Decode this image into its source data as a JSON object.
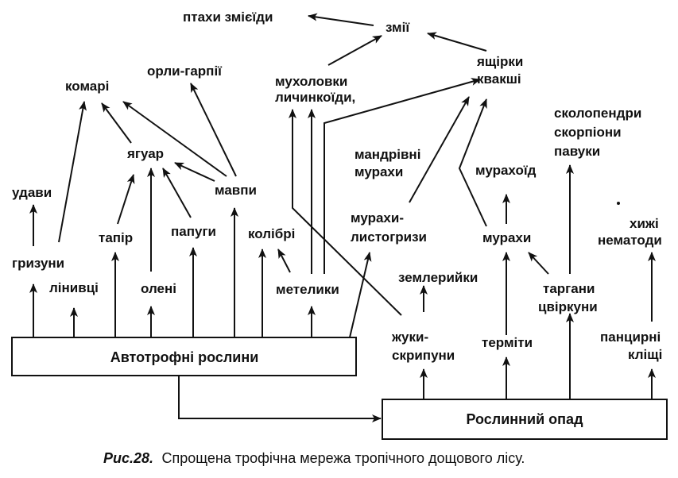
{
  "nodes": {
    "ptakhy": "птахи змієїди",
    "zmii": "змії",
    "orly": "орли-гарпії",
    "komari": "комарі",
    "mukholovky1": "мухоловки",
    "mukholovky2": "личинкоїди,",
    "yashchirky1": "ящірки",
    "yashchirky2": "квакші",
    "skolopendry1": "сколопендри",
    "skolopendry2": "скорпіони",
    "skolopendry3": "павуки",
    "yaguar": "ягуар",
    "mandrivni1": "мандрівні",
    "mandrivni2": "мурахи",
    "murakhoid": "мурахоїд",
    "udavy": "удави",
    "mavpy": "мавпи",
    "murakhy_lystogryzy1": "мурахи-",
    "murakhy_lystogryzy2": "листогризи",
    "khyzhi1": "хижі",
    "khyzhi2": "нематоди",
    "tapir": "тапір",
    "papugy": "папуги",
    "kolibri": "колібрі",
    "murakhy": "мурахи",
    "hryzuny": "гризуни",
    "linyvtsi": "лінивці",
    "oleni": "олені",
    "metelyky": "метелики",
    "zemleryiky": "землерийки",
    "targany1": "таргани",
    "targany2": "цвіркуни",
    "zhuky1": "жуки-",
    "zhuky2": "скрипуни",
    "termity": "терміти",
    "pantsyrni1": "панцирні",
    "pantsyrni2": "кліщі"
  },
  "boxes": {
    "autotrophs": "Автотрофні рослини",
    "litter": "Рослинний опад"
  },
  "caption": {
    "label": "Рис.28.",
    "text": "Спрощена трофічна мережа тропічного дощового лісу."
  }
}
